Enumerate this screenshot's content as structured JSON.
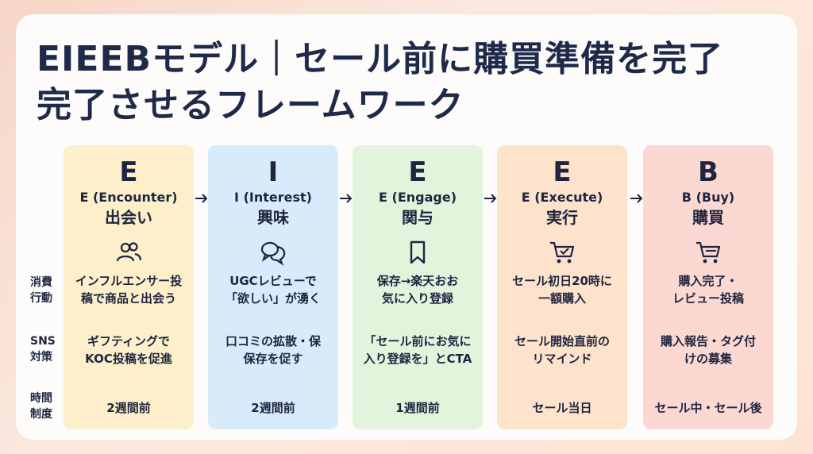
{
  "title_line1": "EIEEBモデル｜セール前に購買準備を完了",
  "title_line2": "完了させるフレームワーク",
  "row_labels": {
    "behavior": "消費\n行動",
    "sns": "SNS\n対策",
    "timing": "時間\n制度"
  },
  "columns": [
    {
      "letter": "E",
      "name": "E (Encounter)",
      "jp": "出会い",
      "icon": "users-icon",
      "behavior": "インフルエンサー投\n稿で商品と出会う",
      "sns": "ギフティングで\nKOC投稿を促進",
      "timing": "2週間前"
    },
    {
      "letter": "I",
      "name": "I (Interest)",
      "jp": "興味",
      "icon": "chat-icon",
      "behavior": "UGCレビューで\n「欲しい」が湧く",
      "sns": "口コミの拡散・保\n保存を促す",
      "timing": "2週間前"
    },
    {
      "letter": "E",
      "name": "E (Engage)",
      "jp": "関与",
      "icon": "bookmark-icon",
      "behavior": "保存→楽天おお\n気に入り登録",
      "sns": "「セール前にお気に\n入り登録を」とCTA",
      "timing": "1週間前"
    },
    {
      "letter": "E",
      "name": "E (Execute)",
      "jp": "実行",
      "icon": "cart-check-icon",
      "behavior": "セール初日20時に\n一額購入",
      "sns": "セール開始直前の\nリマインド",
      "timing": "セール当日"
    },
    {
      "letter": "B",
      "name": "B (Buy)",
      "jp": "購買",
      "icon": "cart-icon",
      "behavior": "購入完了・\nレビュー投稿",
      "sns": "購入報告・タグ付\nけの募集",
      "timing": "セール中・セール後"
    }
  ],
  "colors": {
    "title": "#1f2a4a",
    "col1": "#fcefc9",
    "col2": "#d8ebfb",
    "col3": "#e2f5dc",
    "col4": "#fde3cc",
    "col5": "#fcd8d2"
  }
}
